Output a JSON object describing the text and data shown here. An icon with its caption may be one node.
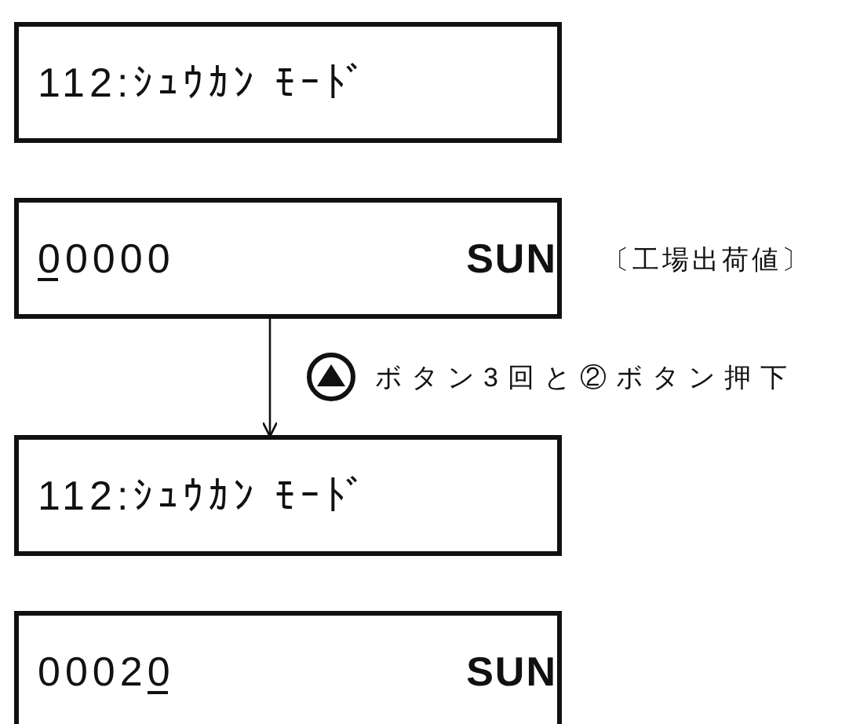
{
  "diagram": {
    "nodes": [
      {
        "text": [
          "112:ｼｭｳｶﾝ ﾓｰﾄﾞ"
        ]
      },
      {
        "text": [
          "00000",
          "SUN"
        ],
        "beside": [
          "〔工場出荷値〕"
        ]
      },
      {
        "text": [
          "112:ｼｭｳｶﾝ ﾓｰﾄﾞ"
        ]
      },
      {
        "text": [
          "00020",
          "SUN"
        ]
      }
    ],
    "edges": [
      {
        "from": 1,
        "to": 2,
        "arrow": "to",
        "label": "ボタン3回と②ボタン押下"
      }
    ]
  }
}
